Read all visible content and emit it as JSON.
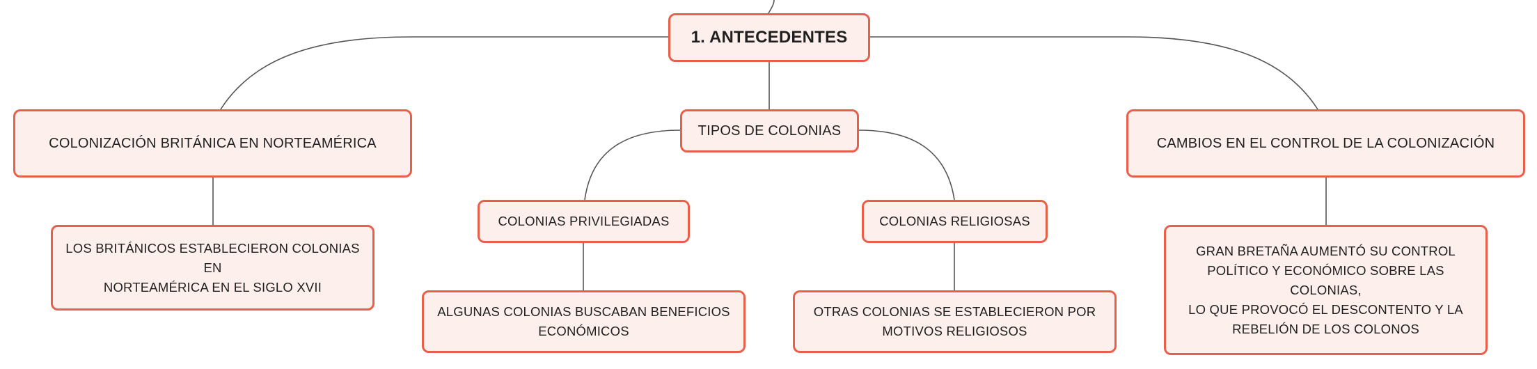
{
  "diagram": {
    "root": {
      "label": "1. ANTECEDENTES"
    },
    "branches": {
      "colonizacion": "COLONIZACIÓN BRITÁNICA EN NORTEAMÉRICA",
      "tipos": "TIPOS DE COLONIAS",
      "cambios": "CAMBIOS EN EL CONTROL DE LA COLONIZACIÓN"
    },
    "subtopics": {
      "privilegiadas": "COLONIAS PRIVILEGIADAS",
      "religiosas": "COLONIAS RELIGIOSAS"
    },
    "details": {
      "britanicos": [
        "LOS BRITÁNICOS ESTABLECIERON COLONIAS EN",
        "NORTEAMÉRICA EN EL SIGLO XVII"
      ],
      "algunas": [
        "ALGUNAS COLONIAS BUSCABAN BENEFICIOS",
        "ECONÓMICOS"
      ],
      "otras": [
        "OTRAS COLONIAS SE ESTABLECIERON POR",
        "MOTIVOS RELIGIOSOS"
      ],
      "gran": [
        "GRAN BRETAÑA AUMENTÓ SU CONTROL",
        "POLÍTICO Y ECONÓMICO SOBRE LAS COLONIAS,",
        "LO QUE PROVOCÓ EL DESCONTENTO Y LA",
        "REBELIÓN DE LOS COLONOS"
      ]
    },
    "colors": {
      "node_fill": "#fdf0ec",
      "node_border": "#e8604a",
      "connector": "#555555",
      "text": "#1f1f1f"
    }
  }
}
